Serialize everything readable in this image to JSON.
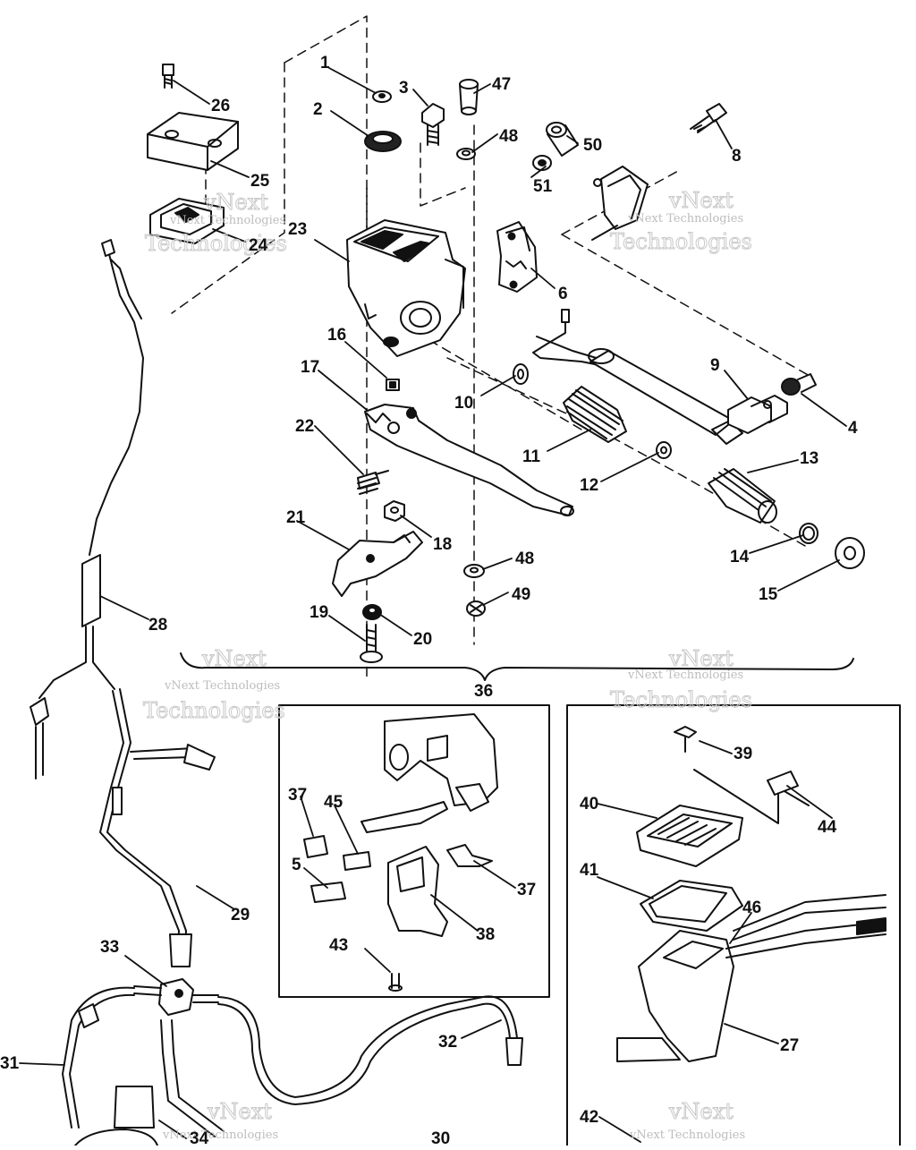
{
  "diagram": {
    "labels": [
      "1",
      "2",
      "3",
      "47",
      "48",
      "50",
      "51",
      "8",
      "26",
      "25",
      "24",
      "23",
      "6",
      "16",
      "17",
      "10",
      "9",
      "4",
      "11",
      "12",
      "13",
      "22",
      "18",
      "21",
      "14",
      "15",
      "48",
      "49",
      "19",
      "20",
      "28",
      "36",
      "39",
      "44",
      "40",
      "37",
      "45",
      "5",
      "38",
      "37",
      "43",
      "41",
      "46",
      "29",
      "33",
      "27",
      "32",
      "31",
      "30",
      "34",
      "42"
    ],
    "watermark": {
      "brand": "vNext",
      "company": "Technologies",
      "full": "vNext Technologies"
    }
  }
}
